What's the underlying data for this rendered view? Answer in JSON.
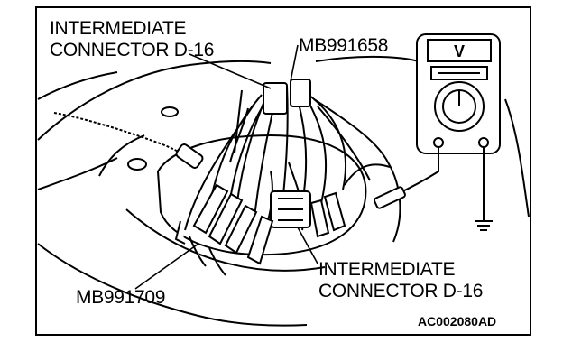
{
  "labels": {
    "intermediate_connector_top_line1": "INTERMEDIATE",
    "intermediate_connector_top_line2": "CONNECTOR D-16",
    "tool_mb991658": "MB991658",
    "intermediate_connector_bottom_line1": "INTERMEDIATE",
    "intermediate_connector_bottom_line2": "CONNECTOR D-16",
    "tool_mb991709": "MB991709",
    "figure_code": "AC002080AD",
    "meter_display": "V"
  },
  "colors": {
    "ink": "#000000",
    "paper": "#ffffff"
  }
}
